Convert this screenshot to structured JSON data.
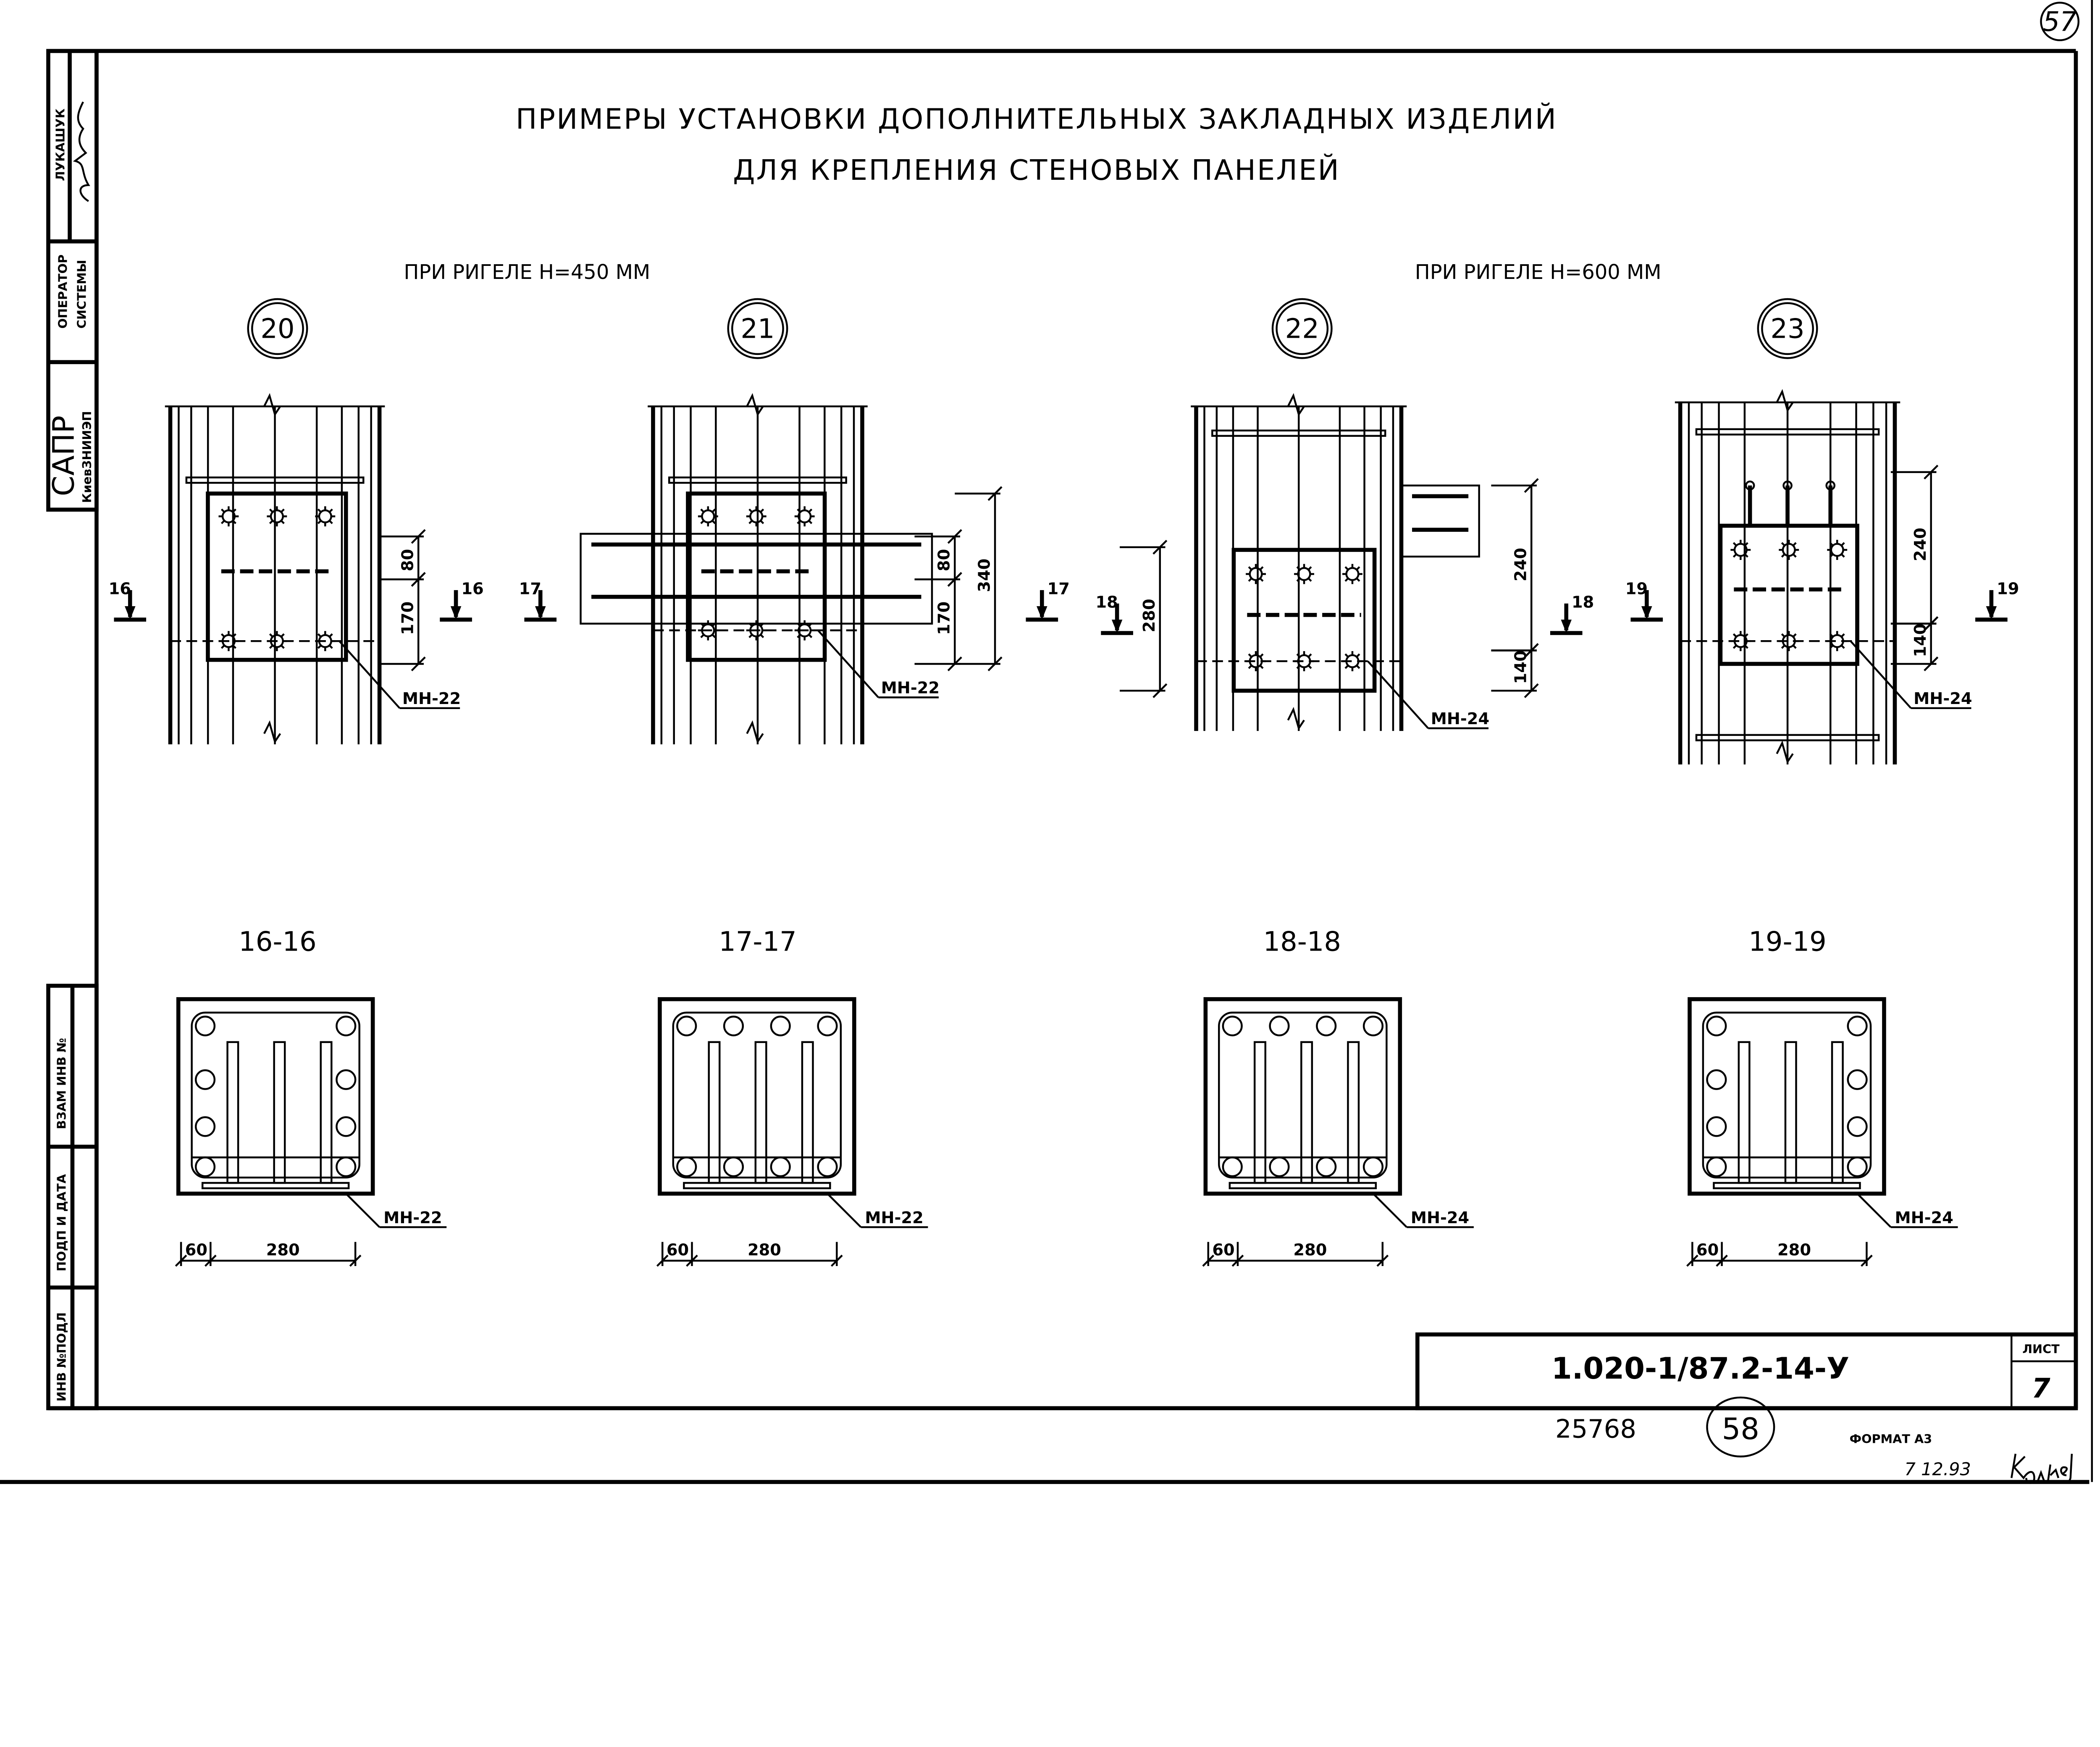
{
  "title": {
    "line1": "ПРИМЕРЫ УСТАНОВКИ ДОПОЛНИТЕЛЬНЫХ ЗАКЛАДНЫХ ИЗДЕЛИЙ",
    "line2": "ДЛЯ КРЕПЛЕНИЯ СТЕНОВЫХ ПАНЕЛЕЙ"
  },
  "subheaders": [
    "ПРИ РИГЕЛЕ Н=450 ММ",
    "ПРИ РИГЕЛЕ Н=600 ММ"
  ],
  "details": [
    {
      "num": "20",
      "section": "16-16",
      "mark": "16",
      "plate": "МН-22",
      "dims": [
        "80",
        "170"
      ],
      "sec_dims": [
        "60",
        "280"
      ]
    },
    {
      "num": "21",
      "section": "17-17",
      "mark": "17",
      "plate": "МН-22",
      "dims": [
        "80",
        "170",
        "340"
      ],
      "sec_dims": [
        "60",
        "280"
      ]
    },
    {
      "num": "22",
      "section": "18-18",
      "mark": "18",
      "plate": "МН-24",
      "dims": [
        "280",
        "240",
        "140"
      ],
      "sec_dims": [
        "60",
        "280"
      ]
    },
    {
      "num": "23",
      "section": "19-19",
      "mark": "19",
      "plate": "МН-24",
      "dims": [
        "240",
        "140"
      ],
      "sec_dims": [
        "60",
        "280"
      ]
    }
  ],
  "left_stamp": {
    "name": "ЛУКАШУК",
    "operator": "ОПЕРАТОР",
    "system": "СИСТЕМЫ",
    "sapr": "САПР",
    "org": "КиевЗНИИЭП",
    "vzam": "ВЗАМ ИНВ №",
    "podp": "ПОДП И ДАТА",
    "inv": "ИНВ №ПОДЛ"
  },
  "title_block": {
    "code": "1.020-1/87.2-14-У",
    "sheet_label": "ЛИСТ",
    "sheet_number": "7"
  },
  "footer": {
    "archive_number": "25768",
    "page_circle": "58",
    "format": "ФОРМАТ А3",
    "date": "7 12.93",
    "corner_page": "57"
  }
}
